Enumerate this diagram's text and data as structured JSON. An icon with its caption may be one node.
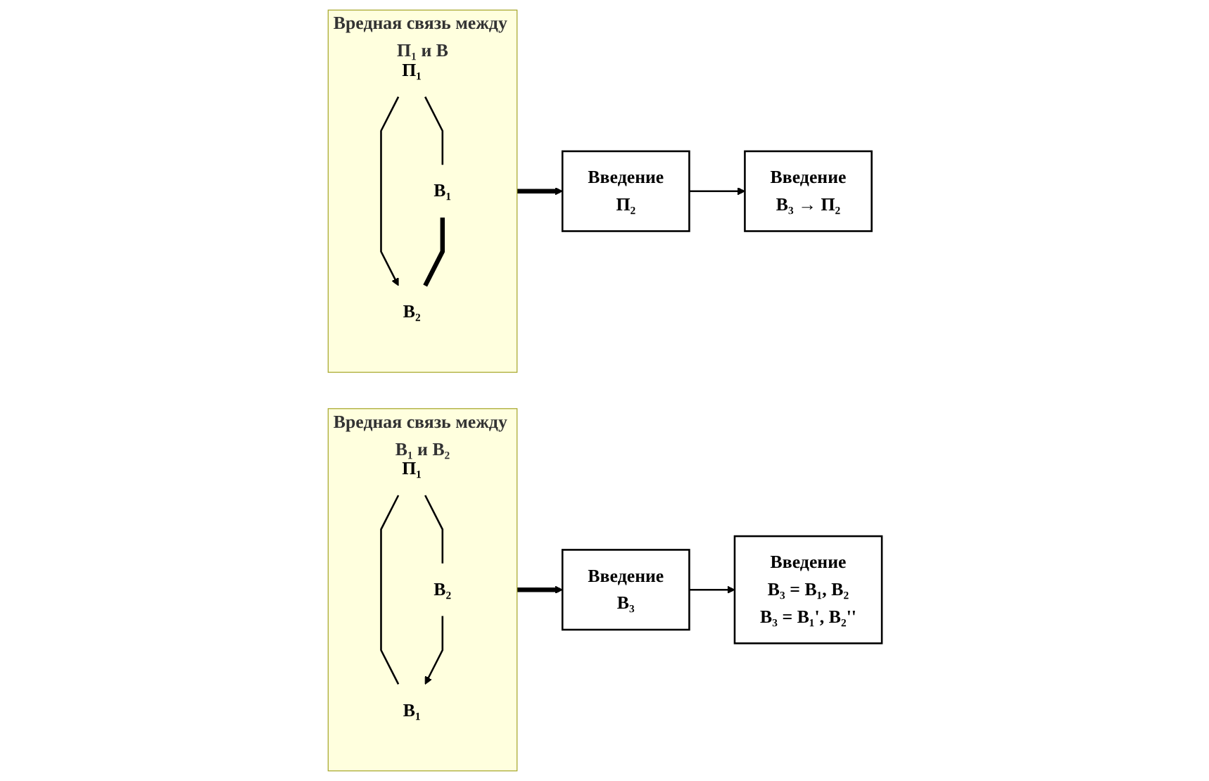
{
  "diagram": {
    "nodes": [
      {
        "text": [
          "Вредная связь между В₁ и В₂"
        ]
      },
      {
        "text": [
          "П₁"
        ],
        "in": 0
      },
      {
        "text": [
          "В₁"
        ],
        "in": 0
      },
      {
        "text": [
          "В₂"
        ],
        "in": 0
      },
      {
        "text": [
          "Введение",
          "В₃"
        ]
      },
      {
        "text": [
          "Введение",
          "В₃ = В₁, В₂",
          "В₃ = В₁', В₂''"
        ]
      },
      {
        "text": [
          "Вредная связь между П₁ и В"
        ]
      },
      {
        "text": [
          "П₁"
        ],
        "in": 6
      },
      {
        "text": [
          "В₁"
        ],
        "in": 6
      },
      {
        "text": [
          "В₂"
        ],
        "in": 6
      },
      {
        "text": [
          "Введение",
          "П₂"
        ]
      },
      {
        "text": [
          "Введение",
          "В₃ → П₂"
        ]
      }
    ],
    "edges": [
      {
        "from": 1,
        "to": 2,
        "arrow": "none"
      },
      {
        "from": 1,
        "to": 3,
        "arrow": "none"
      },
      {
        "from": 3,
        "to": 2,
        "arrow": "to"
      },
      {
        "from": 0,
        "to": 4,
        "arrow": "to",
        "style": "thick"
      },
      {
        "from": 4,
        "to": 5,
        "arrow": "to"
      },
      {
        "from": 7,
        "to": 8,
        "arrow": "none"
      },
      {
        "from": 7,
        "to": 9,
        "arrow": "to"
      },
      {
        "from": 8,
        "to": 9,
        "arrow": "none",
        "style": "thick"
      },
      {
        "from": 6,
        "to": 10,
        "arrow": "to",
        "style": "thick"
      },
      {
        "from": 10,
        "to": 11,
        "arrow": "to"
      }
    ]
  }
}
